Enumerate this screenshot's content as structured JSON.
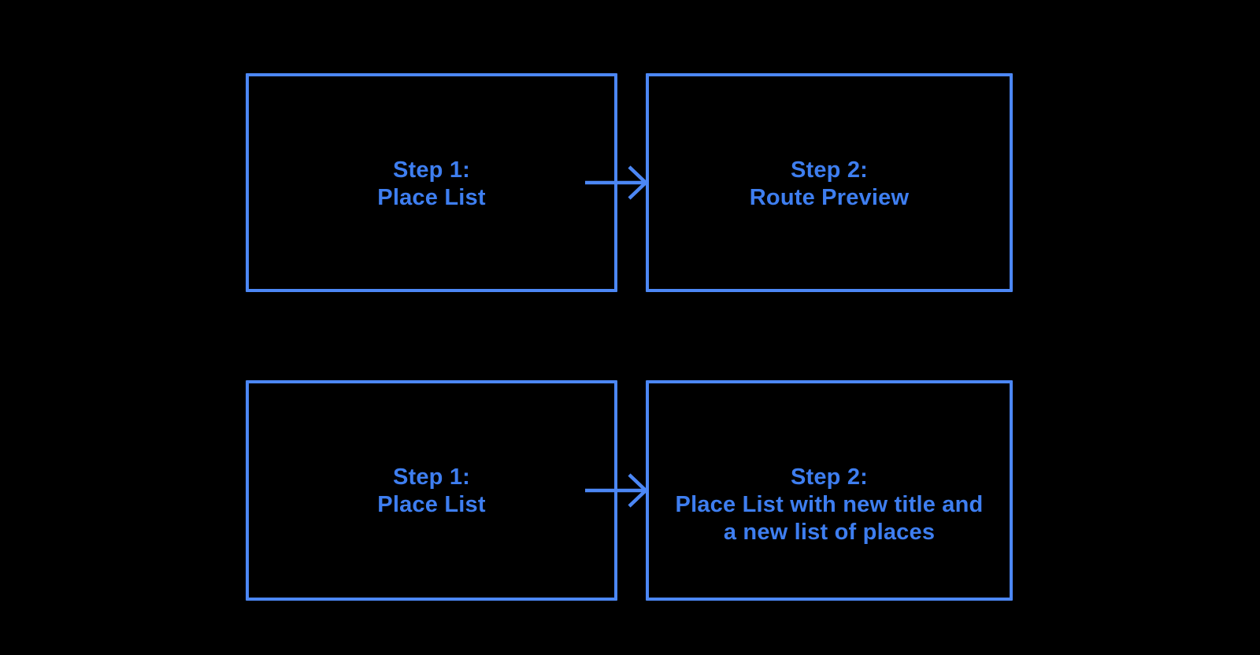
{
  "colors": {
    "background": "#000000",
    "box_border": "#4C87F5",
    "box_text": "#3E7EF0",
    "arrow": "#4C87F5"
  },
  "flows": [
    {
      "arrow_icon": "arrow-right-icon",
      "source_lines": [
        "Step 1:",
        "Place List"
      ],
      "target_lines": [
        "Step 2:",
        "Route Preview"
      ]
    },
    {
      "arrow_icon": "arrow-right-icon",
      "source_lines": [
        "Step 1:",
        "Place List"
      ],
      "target_lines": [
        "Step 2:",
        "Place List with new title and",
        "a new list of places"
      ]
    }
  ]
}
